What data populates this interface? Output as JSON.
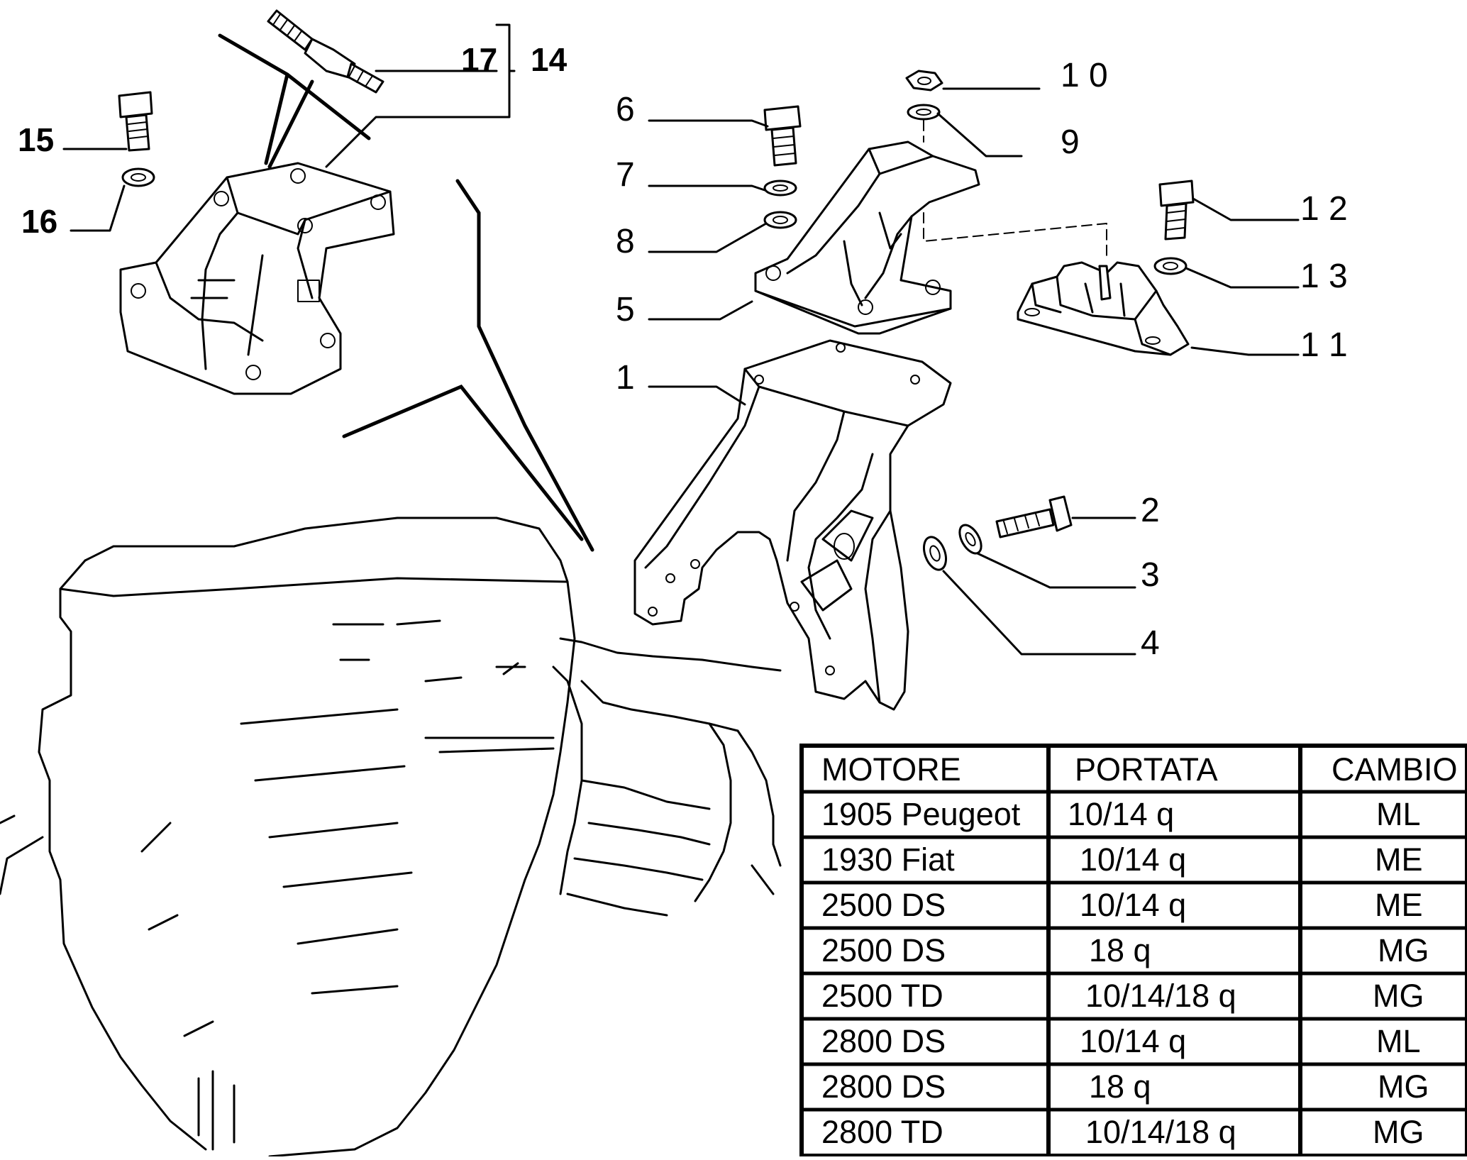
{
  "callouts": {
    "c1": "1",
    "c2": "2",
    "c3": "3",
    "c4": "4",
    "c5": "5",
    "c6": "6",
    "c7": "7",
    "c8": "8",
    "c9": "9",
    "c10": "1 0",
    "c11": "1 1",
    "c12": "1 2",
    "c13": "1 3",
    "c14": "14",
    "c15": "15",
    "c16": "16",
    "c17": "17"
  },
  "table": {
    "headers": [
      "MOTORE",
      "PORTATA",
      "CAMBIO"
    ],
    "rows": [
      [
        "1905 Peugeot",
        "10/14 q",
        "ML"
      ],
      [
        "1930 Fiat",
        "10/14 q",
        "ME"
      ],
      [
        "2500 DS",
        "10/14 q",
        "ME"
      ],
      [
        "2500 DS",
        "18 q",
        "MG"
      ],
      [
        "2500 TD",
        "10/14/18 q",
        "MG"
      ],
      [
        "2800 DS",
        "10/14 q",
        "ML"
      ],
      [
        "2800 DS",
        "18 q",
        "MG"
      ],
      [
        "2800 TD",
        "10/14/18 q",
        "MG"
      ]
    ]
  }
}
